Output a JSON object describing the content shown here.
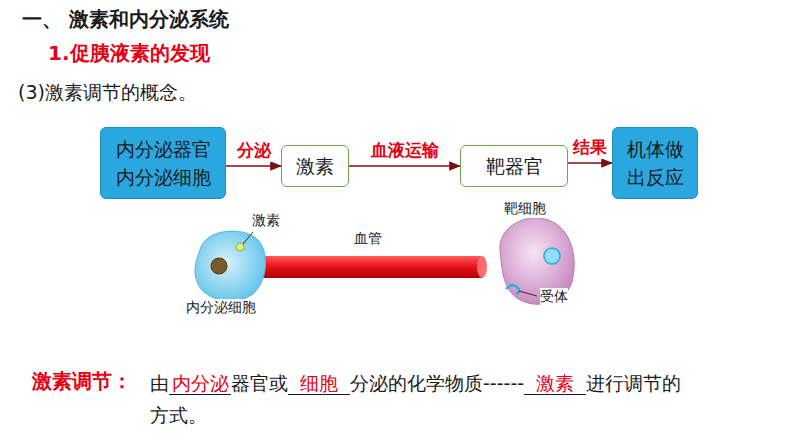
{
  "diagram": {
    "title": "一、 激素和内分泌系统",
    "nodes": [
      {
        "text": [
          "内分泌器官 内分泌细胞"
        ]
      },
      {
        "text": [
          "激素"
        ]
      },
      {
        "text": [
          "靶器官"
        ]
      },
      {
        "text": [
          "机体做出反应"
        ]
      }
    ],
    "edges": [
      {
        "from": 0,
        "to": 1,
        "label": "分泌",
        "arrow": "to"
      },
      {
        "from": 1,
        "to": 2,
        "label": "血液运输",
        "arrow": "to"
      },
      {
        "from": 2,
        "to": 3,
        "label": "结果",
        "arrow": "to"
      }
    ],
    "labels": [
      "1.促胰液素的发现",
      "(3)激素调节的概念。",
      "激素",
      "内分泌细胞",
      "血管",
      "靶细胞",
      "受体",
      "激素调节：",
      "由",
      "内分泌",
      "器官或",
      "细胞",
      "分泌的化学物质------",
      "激素",
      "进行调节的方式。"
    ]
  }
}
